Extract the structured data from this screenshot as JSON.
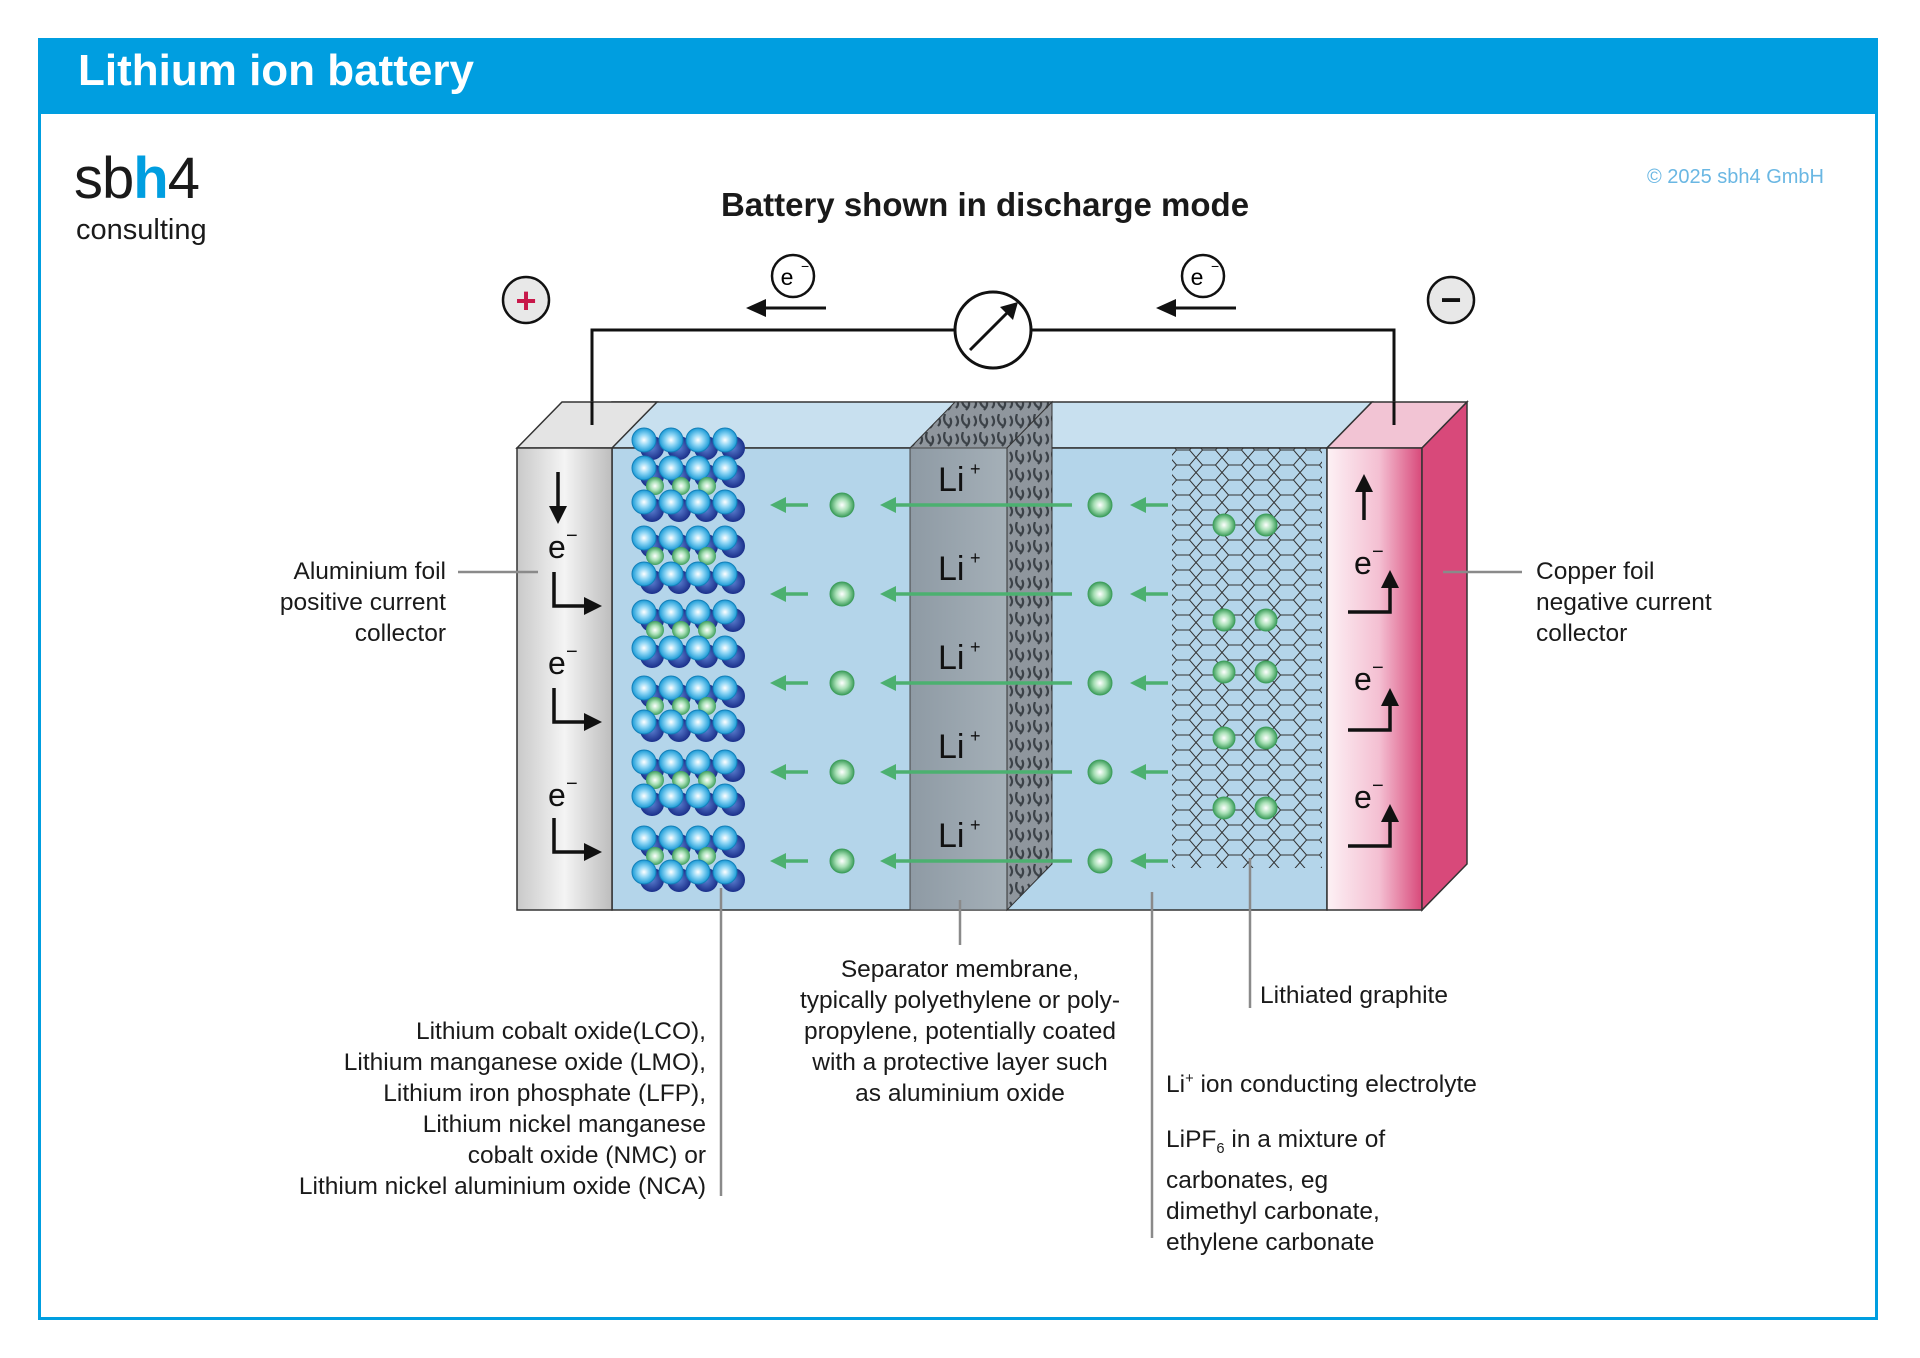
{
  "header": {
    "title": "Lithium ion battery"
  },
  "brand": {
    "name_prefix": "sb",
    "name_highlight": "h",
    "name_suffix": "4",
    "sub": "consulting",
    "copyright": "© 2025 sbh4 GmbH"
  },
  "diagram": {
    "title": "Battery shown in discharge mode",
    "positive_symbol": "+",
    "negative_symbol": "−",
    "electron": "e",
    "electron_sup": "−",
    "li_ion": "Li",
    "li_sup": "+",
    "labels": {
      "aluminium_foil": [
        "Aluminium foil",
        "positive current",
        "collector"
      ],
      "copper_foil": [
        "Copper foil",
        "negative current",
        "collector"
      ],
      "separator": [
        "Separator membrane,",
        "typically polyethylene or poly-",
        "propylene, potentially coated",
        "with a protective layer such",
        "as aluminium oxide"
      ],
      "lithiated_graphite": "Lithiated graphite",
      "cathode_materials": [
        "Lithium cobalt oxide(LCO),",
        "Lithium manganese oxide (LMO),",
        "Lithium iron phosphate (LFP),",
        "Lithium nickel manganese",
        "cobalt oxide (NMC) or",
        "Lithium nickel aluminium oxide (NCA)"
      ],
      "electrolyte_title_sup": "+",
      "electrolyte_title_prefix": "Li",
      "electrolyte_title_rest": " ion conducting electrolyte",
      "electrolyte_formula_a": "LiPF",
      "electrolyte_formula_sub": "6",
      "electrolyte_formula_b": " in a mixture of",
      "electrolyte_lines": [
        "carbonates, eg",
        "dimethyl carbonate,",
        "ethylene carbonate"
      ]
    }
  },
  "colors": {
    "brand_blue": "#009ee0",
    "electrolyte": "#b4d5ea",
    "copper_pink": "#d8497a",
    "ion_green": "#4cb070",
    "plus_red": "#c8184a"
  }
}
